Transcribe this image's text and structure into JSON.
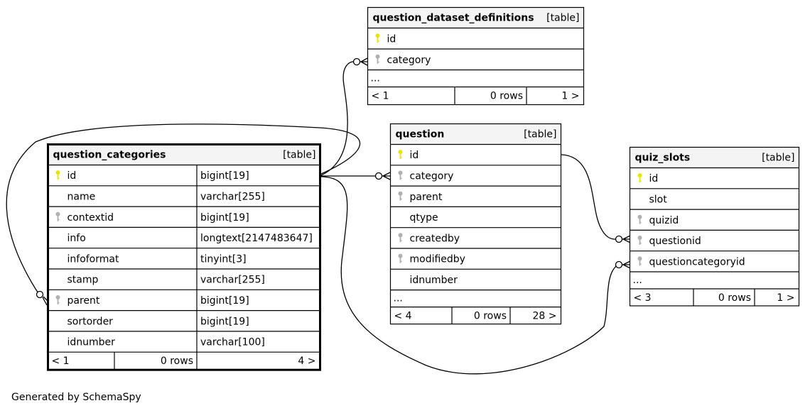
{
  "footer": "Generated by SchemaSpy",
  "colors": {
    "primary_key": "#e6e600",
    "foreign_key": "#b0b0b0",
    "header_bg": "#f4f4f4"
  },
  "tables": [
    {
      "name": "question_dataset_definitions",
      "tag": "[table]",
      "columns": [
        {
          "name": "id",
          "key": "primary-key-icon"
        },
        {
          "name": "category",
          "key": "foreign-key-icon"
        }
      ],
      "more": "...",
      "footer": {
        "left": "< 1",
        "rows": "0 rows",
        "right": "1 >"
      }
    },
    {
      "name": "question",
      "tag": "[table]",
      "columns": [
        {
          "name": "id",
          "key": "primary-key-icon"
        },
        {
          "name": "category",
          "key": "foreign-key-icon"
        },
        {
          "name": "parent",
          "key": "foreign-key-icon"
        },
        {
          "name": "qtype",
          "key": ""
        },
        {
          "name": "createdby",
          "key": "foreign-key-icon"
        },
        {
          "name": "modifiedby",
          "key": "foreign-key-icon"
        },
        {
          "name": "idnumber",
          "key": ""
        }
      ],
      "more": "...",
      "footer": {
        "left": "< 4",
        "rows": "0 rows",
        "right": "28 >"
      }
    },
    {
      "name": "quiz_slots",
      "tag": "[table]",
      "columns": [
        {
          "name": "id",
          "key": "primary-key-icon"
        },
        {
          "name": "slot",
          "key": ""
        },
        {
          "name": "quizid",
          "key": "foreign-key-icon"
        },
        {
          "name": "questionid",
          "key": "foreign-key-icon"
        },
        {
          "name": "questioncategoryid",
          "key": "foreign-key-icon"
        }
      ],
      "more": "...",
      "footer": {
        "left": "< 3",
        "rows": "0 rows",
        "right": "1 >"
      }
    },
    {
      "name": "question_categories",
      "tag": "[table]",
      "columns": [
        {
          "name": "id",
          "key": "primary-key-icon",
          "type": "bigint[19]"
        },
        {
          "name": "name",
          "key": "",
          "type": "varchar[255]"
        },
        {
          "name": "contextid",
          "key": "foreign-key-icon",
          "type": "bigint[19]"
        },
        {
          "name": "info",
          "key": "",
          "type": "longtext[2147483647]"
        },
        {
          "name": "infoformat",
          "key": "",
          "type": "tinyint[3]"
        },
        {
          "name": "stamp",
          "key": "",
          "type": "varchar[255]"
        },
        {
          "name": "parent",
          "key": "foreign-key-icon",
          "type": "bigint[19]"
        },
        {
          "name": "sortorder",
          "key": "",
          "type": "bigint[19]"
        },
        {
          "name": "idnumber",
          "key": "",
          "type": "varchar[100]"
        }
      ],
      "footer": {
        "left": "< 1",
        "rows": "0 rows",
        "right": "4 >"
      }
    }
  ]
}
